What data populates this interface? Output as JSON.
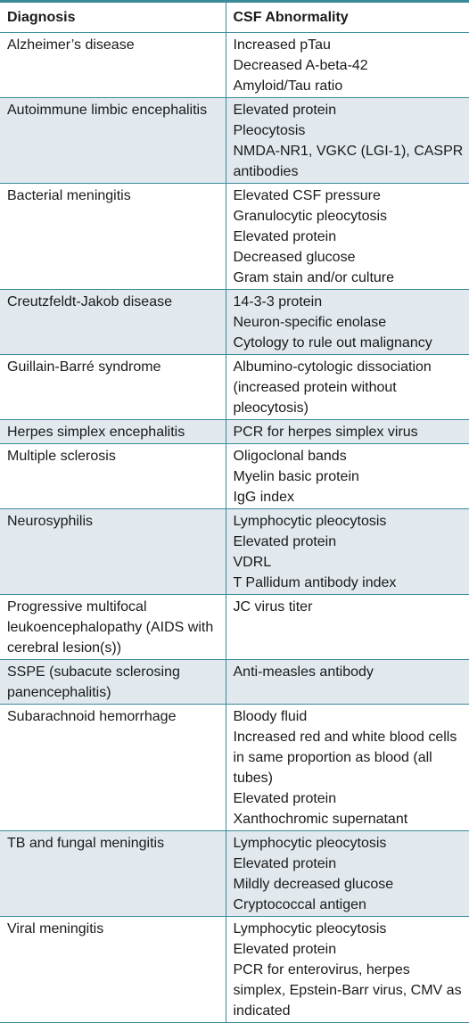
{
  "headers": [
    "Diagnosis",
    "CSF Abnormality"
  ],
  "rows": [
    {
      "diagnosis": "Alzheimer’s disease",
      "abnormality": [
        "Increased pTau",
        "Decreased A-beta-42",
        "Amyloid/Tau ratio"
      ]
    },
    {
      "diagnosis": "Autoimmune limbic encephalitis",
      "abnormality": [
        "Elevated protein",
        "Pleocytosis",
        "NMDA-NR1, VGKC (LGI-1), CASPR antibodies"
      ]
    },
    {
      "diagnosis": "Bacterial meningitis",
      "abnormality": [
        "Elevated CSF pressure",
        "Granulocytic pleocytosis",
        "Elevated protein",
        "Decreased glucose",
        "Gram stain and/or culture"
      ]
    },
    {
      "diagnosis": "Creutzfeldt-Jakob disease",
      "abnormality": [
        "14-3-3 protein",
        "Neuron-specific enolase",
        "Cytology to rule out malignancy"
      ]
    },
    {
      "diagnosis": "Guillain-Barré syndrome",
      "abnormality": [
        "Albumino-cytologic dissociation (increased protein without pleocytosis)"
      ]
    },
    {
      "diagnosis": "Herpes simplex encephalitis",
      "abnormality": [
        "PCR for herpes simplex virus"
      ]
    },
    {
      "diagnosis": "Multiple sclerosis",
      "abnormality": [
        "Oligoclonal bands",
        "Myelin basic protein",
        "IgG index"
      ]
    },
    {
      "diagnosis": "Neurosyphilis",
      "abnormality": [
        "Lymphocytic pleocytosis",
        "Elevated protein",
        "VDRL",
        "T Pallidum antibody index"
      ]
    },
    {
      "diagnosis": "Progressive multifocal leukoencephalopathy (AIDS with cerebral lesion(s))",
      "abnormality": [
        "JC virus titer"
      ]
    },
    {
      "diagnosis": "SSPE (subacute sclerosing panencephalitis)",
      "abnormality": [
        "Anti-measles antibody"
      ]
    },
    {
      "diagnosis": "Subarachnoid hemorrhage",
      "abnormality": [
        "Bloody fluid",
        "Increased red and white blood cells in same proportion as blood (all tubes)",
        "Elevated protein",
        "Xanthochromic supernatant"
      ]
    },
    {
      "diagnosis": "TB and fungal meningitis",
      "abnormality": [
        "Lymphocytic pleocytosis",
        "Elevated protein",
        "Mildly decreased glucose",
        "Cryptococcal antigen"
      ]
    },
    {
      "diagnosis": "Viral meningitis",
      "abnormality": [
        "Lymphocytic pleocytosis",
        "Elevated protein",
        "PCR for enterovirus, herpes simplex, Epstein-Barr virus, CMV as indicated"
      ]
    }
  ],
  "colors": {
    "rule": "#3a8a9a",
    "shade": "#e1e9ee"
  }
}
